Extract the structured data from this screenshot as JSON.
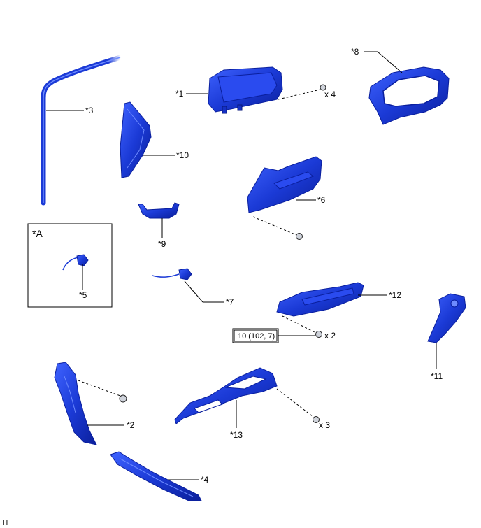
{
  "callouts": {
    "p1": "*1",
    "p2": "*2",
    "p3": "*3",
    "p4": "*4",
    "p5": "*5",
    "p6": "*6",
    "p7": "*7",
    "p8": "*8",
    "p9": "*9",
    "p10": "*10",
    "p11": "*11",
    "p12": "*12",
    "p13": "*13"
  },
  "inset_label": "*A",
  "quantities": {
    "q_cluster": "x 4",
    "q_lower_panel": "x 2",
    "q_lower_frame": "x 3"
  },
  "torque_spec": "10 (102, 7)",
  "corner_mark": "H",
  "colors": {
    "part_blue": "#1b3ad6",
    "part_dark": "#0a1f9e",
    "line": "#000000",
    "background": "#ffffff"
  }
}
